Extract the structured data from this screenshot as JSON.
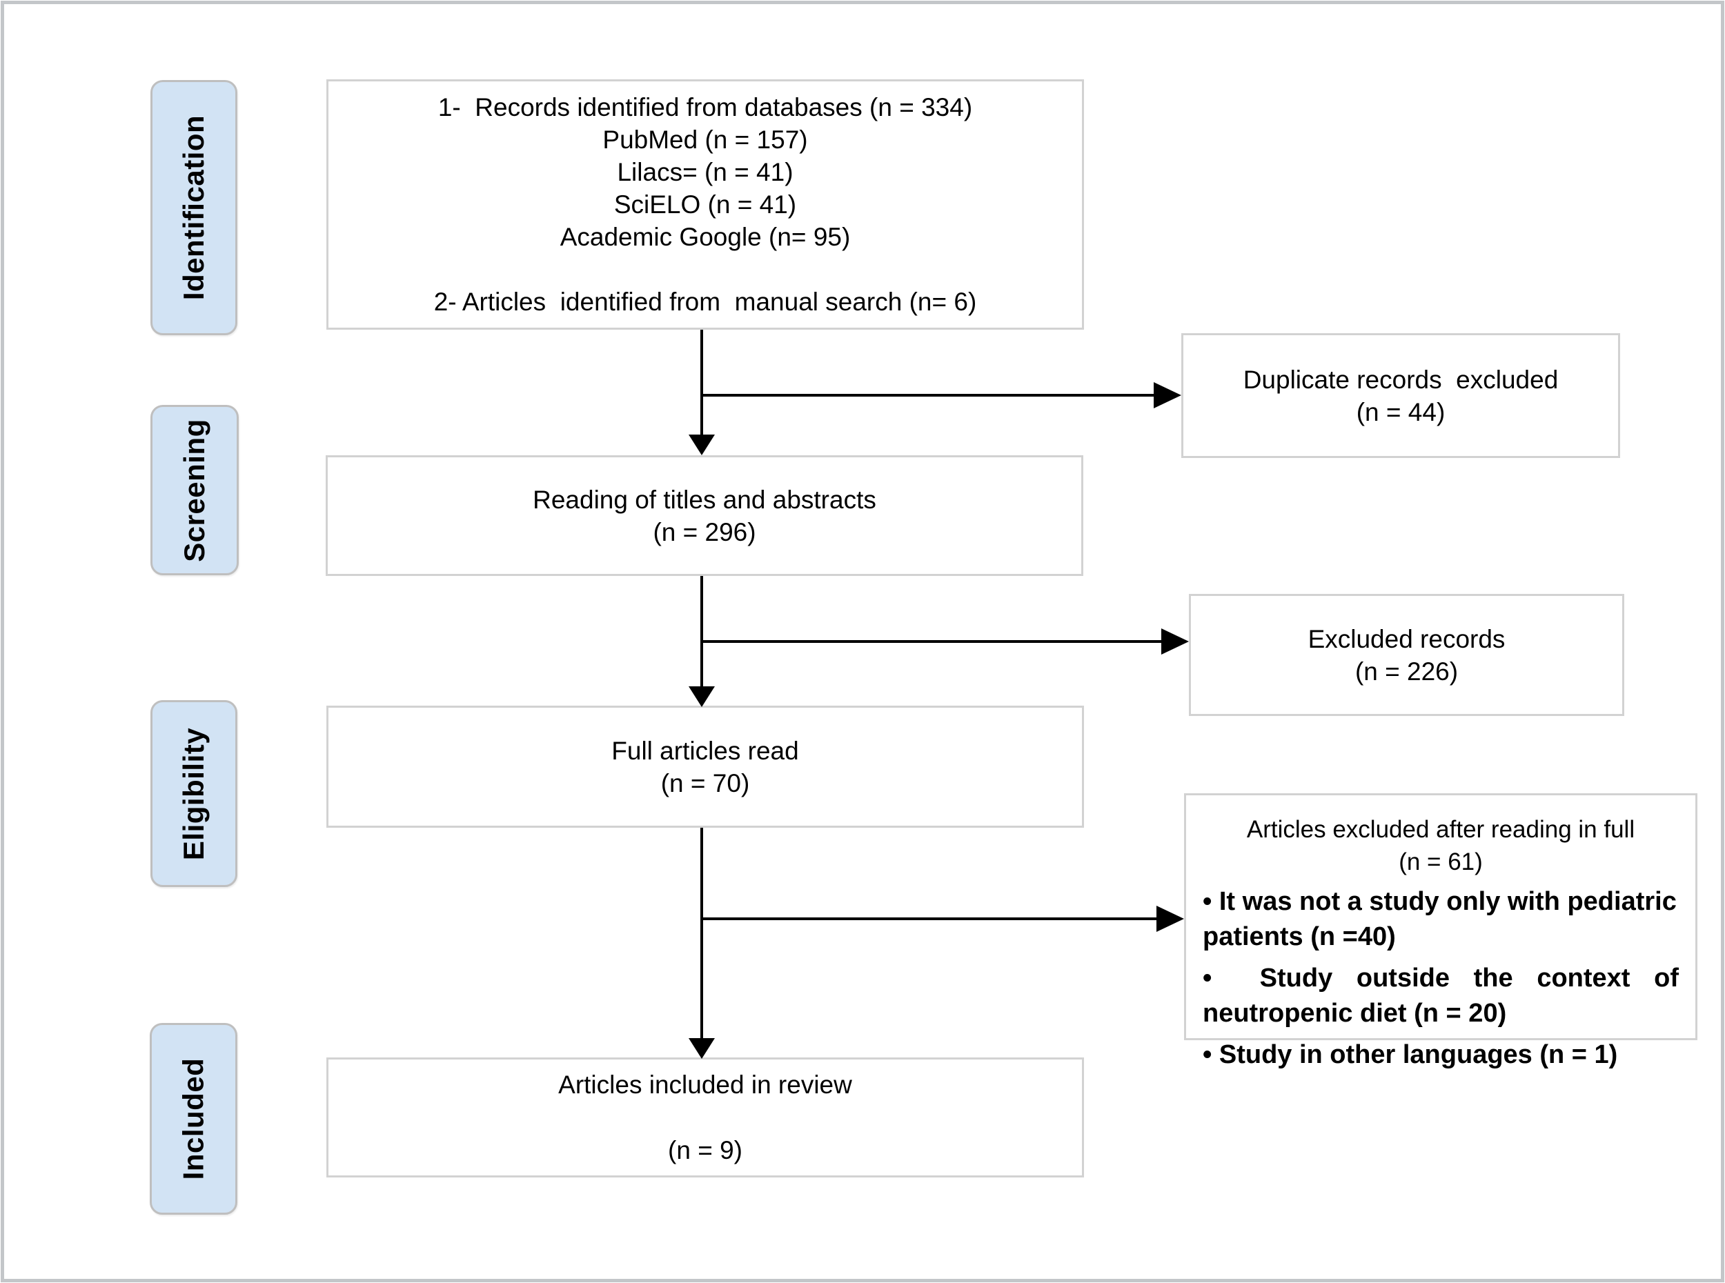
{
  "figure": {
    "stages": [
      {
        "label": "Identification"
      },
      {
        "label": "Screening"
      },
      {
        "label": "Eligibility"
      },
      {
        "label": "Included"
      }
    ],
    "boxes": {
      "identification_records": {
        "lines": [
          "1-  Records identified from databases (n = 334)",
          "PubMed (n = 157)",
          "Lilacs= (n = 41)",
          "SciELO (n = 41)",
          "Academic Google (n= 95)",
          "",
          "2- Articles  identified from  manual search (n= 6)"
        ]
      },
      "duplicates_excluded": {
        "lines": [
          "Duplicate records  excluded",
          "(n = 44)"
        ]
      },
      "titles_abstracts": {
        "lines": [
          "Reading of titles and abstracts",
          "(n = 296)"
        ]
      },
      "excluded_records": {
        "lines": [
          "Excluded records",
          "(n = 226)"
        ]
      },
      "full_articles": {
        "lines": [
          "Full articles read",
          "(n = 70)"
        ]
      },
      "articles_excluded_full": {
        "header": [
          "Articles excluded after reading in full",
          "(n = 61)"
        ],
        "bullets": [
          "• It was not a study only with pediatric patients (n =40)",
          "•  Study outside the context of neutropenic diet (n = 20)",
          "• Study in other languages (n = 1)"
        ]
      },
      "included_review": {
        "lines": [
          "Articles included in review",
          "(n = 9)"
        ]
      }
    },
    "colors": {
      "stage_fill": "#d2e3f4",
      "stage_border": "#bfbfbf",
      "box_border": "#d2d2d2",
      "arrow": "#000000",
      "frame": "#c3c6c9"
    }
  }
}
